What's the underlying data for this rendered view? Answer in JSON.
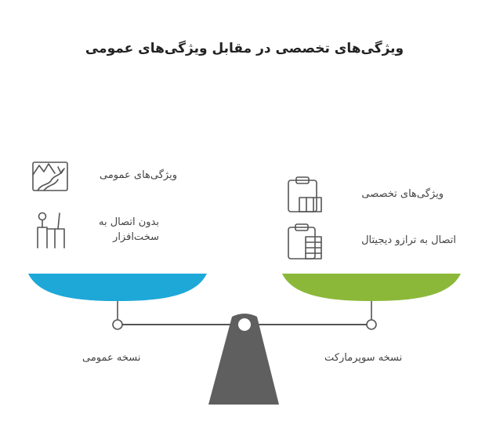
{
  "title": "ویژگی‌های تخصصی در مقابل ویژگی‌های عمومی",
  "left": {
    "items": [
      {
        "label": "ویژگی‌های عمومی",
        "icon": "landscape-icon"
      },
      {
        "label_line1": "بدون اتصال به",
        "label_line2": "سخت‌افزار",
        "icon": "person-at-desk-icon"
      }
    ],
    "pan_color": "#1ea8d8",
    "caption": "نسخه عمومی"
  },
  "right": {
    "items": [
      {
        "label": "ویژگی‌های تخصصی",
        "icon": "clipboard-table-icon"
      },
      {
        "label": "اتصال به ترازو دیجیتال",
        "icon": "clipboard-list-icon"
      }
    ],
    "pan_color": "#8cb83a",
    "caption": "نسخه سوپرمارکت"
  },
  "fulcrum_color": "#5f5f5f"
}
